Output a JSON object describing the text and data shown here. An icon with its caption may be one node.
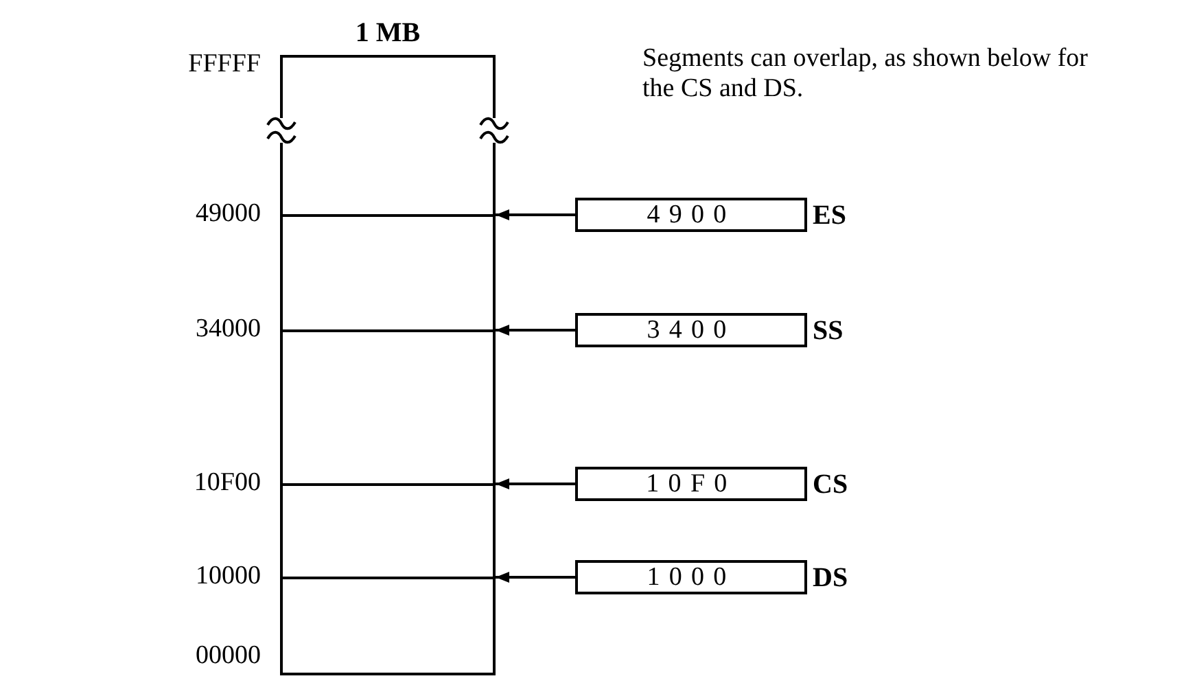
{
  "diagram": {
    "nodes": [
      {
        "text": [
          "1 MB"
        ]
      },
      {
        "text": [
          "4900"
        ],
        "beside": [
          "ES"
        ]
      },
      {
        "text": [
          "3400"
        ],
        "beside": [
          "SS"
        ]
      },
      {
        "text": [
          "10F0"
        ],
        "beside": [
          "CS"
        ]
      },
      {
        "text": [
          "1000"
        ],
        "beside": [
          "DS"
        ]
      }
    ],
    "edges": [
      {
        "from": 1,
        "to": 0,
        "arrow": "to"
      },
      {
        "from": 2,
        "to": 0,
        "arrow": "to"
      },
      {
        "from": 3,
        "to": 0,
        "arrow": "to"
      },
      {
        "from": 4,
        "to": 0,
        "arrow": "to"
      }
    ],
    "labels": [
      "FFFFF",
      "Segments can overlap, as shown below for the CS and DS.",
      "49000",
      "34000",
      "10F00",
      "10000",
      "00000"
    ]
  }
}
